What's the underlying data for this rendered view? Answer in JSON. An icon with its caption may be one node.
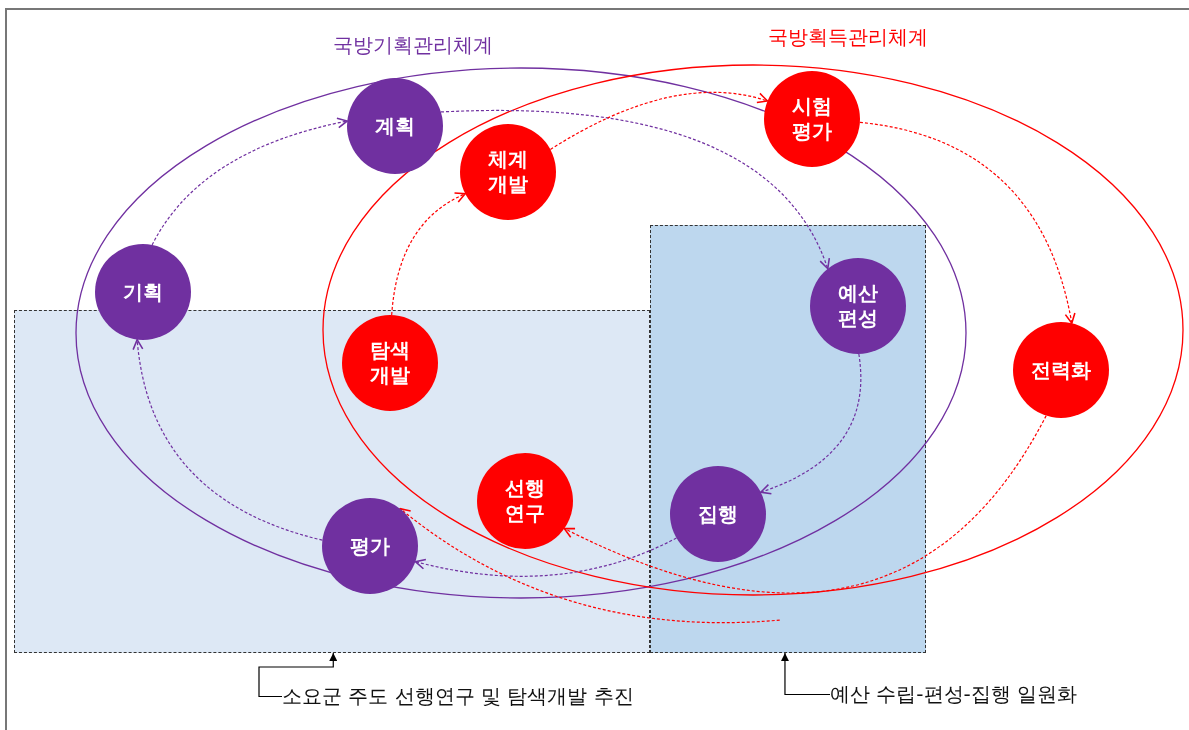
{
  "diagram": {
    "nodes": [
      {
        "text": [],
        "shape": "box"
      },
      {
        "text": [],
        "shape": "box"
      },
      {
        "text": [
          "계획"
        ]
      },
      {
        "text": [
          "체계 개발"
        ]
      },
      {
        "text": [
          "시험 평가"
        ]
      },
      {
        "text": [
          "기획"
        ]
      },
      {
        "text": [
          "예산 편성"
        ],
        "in": 1
      },
      {
        "text": [
          "탐색 개발"
        ],
        "in": 0
      },
      {
        "text": [
          "전력화"
        ]
      },
      {
        "text": [
          "선행 연구"
        ],
        "in": 0
      },
      {
        "text": [
          "집행"
        ],
        "in": 1
      },
      {
        "text": [
          "평가"
        ],
        "in": 0
      },
      {
        "text": [
          "소요군 주도 선행연구 및 탐색개발 추진"
        ]
      },
      {
        "text": [
          "예산 수립-편성-집행 일원화"
        ]
      }
    ],
    "edges": [
      {
        "from": 5,
        "to": 2,
        "arrow": "to",
        "style": "dashed",
        "color": "#7030a0"
      },
      {
        "from": 2,
        "to": 6,
        "arrow": "to",
        "style": "dashed",
        "color": "#7030a0"
      },
      {
        "from": 6,
        "to": 10,
        "arrow": "to",
        "style": "dashed",
        "color": "#7030a0"
      },
      {
        "from": 10,
        "to": 11,
        "arrow": "to",
        "style": "dashed",
        "color": "#7030a0"
      },
      {
        "from": 11,
        "to": 5,
        "arrow": "to",
        "style": "dashed",
        "color": "#7030a0"
      },
      {
        "from": 7,
        "to": 3,
        "arrow": "to",
        "style": "dashed",
        "color": "#ff0000"
      },
      {
        "from": 3,
        "to": 4,
        "arrow": "to",
        "style": "dashed",
        "color": "#ff0000"
      },
      {
        "from": 4,
        "to": 8,
        "arrow": "to",
        "style": "dashed",
        "color": "#ff0000"
      },
      {
        "from": 8,
        "to": 9,
        "arrow": "to",
        "style": "dashed",
        "color": "#ff0000"
      },
      {
        "from": 1,
        "to": 11,
        "arrow": "to",
        "style": "dashed",
        "color": "#ff0000"
      },
      {
        "from": 12,
        "to": 0,
        "arrow": "to",
        "color": "#000000"
      },
      {
        "from": 13,
        "to": 1,
        "arrow": "to",
        "color": "#000000"
      }
    ],
    "labels": [
      "국방기획관리체계",
      "국방획득관리체계"
    ]
  }
}
